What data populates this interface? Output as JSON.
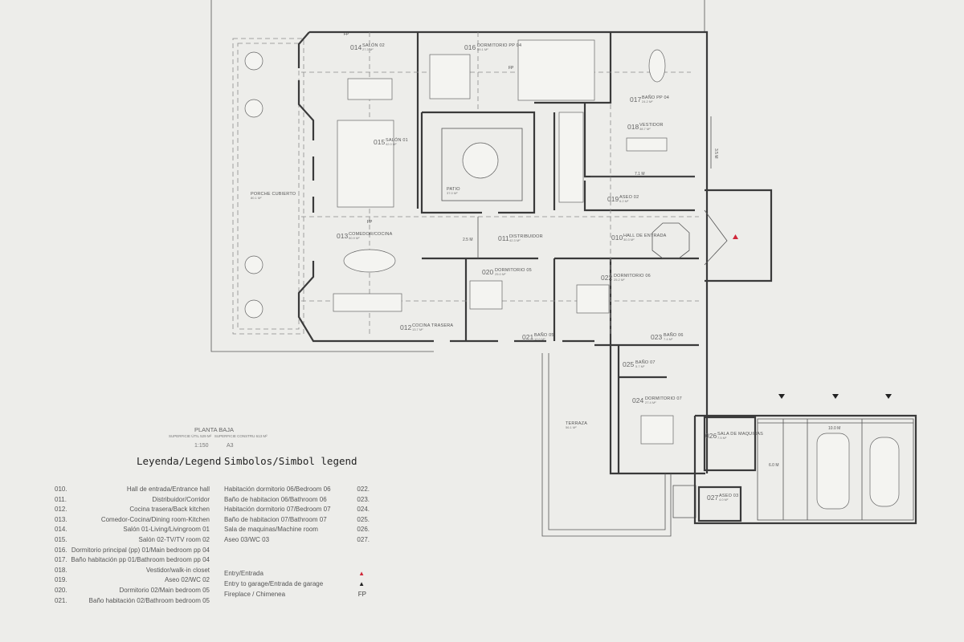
{
  "plan": {
    "title": "PLANTA BAJA",
    "surface_useful": "SUPERFICIE ÚTIL 529 M²",
    "surface_built": "SUPERFICIE CONSTRU 613 M²",
    "scale": "1:150",
    "paper": "A3"
  },
  "rooms": {
    "r014": {
      "code": "014",
      "name": "SALÓN 02",
      "area": "27.3 M²"
    },
    "r016": {
      "code": "016",
      "name": "DORMITORIO PP 04",
      "area": "59.1 M²"
    },
    "r017": {
      "code": "017",
      "name": "BAÑO PP 04",
      "area": "24.2 M²"
    },
    "r018": {
      "code": "018",
      "name": "VESTIDOR",
      "area": "38.7 M²"
    },
    "r015": {
      "code": "015",
      "name": "SALÓN 01",
      "area": "42.0 M²"
    },
    "patio": {
      "code": "",
      "name": "PATIO",
      "area": "37.0 M²"
    },
    "porche": {
      "code": "",
      "name": "PORCHE CUBIERTO",
      "area": "80.1 M²"
    },
    "r019": {
      "code": "019",
      "name": "ASEO 02",
      "area": "6.2 M²"
    },
    "r013": {
      "code": "013",
      "name": "COMEDOR/COCINA",
      "area": "50.9 M²"
    },
    "r011": {
      "code": "011",
      "name": "DISTRIBUIDOR",
      "area": "42.3 M²"
    },
    "r010": {
      "code": "010",
      "name": "HALL DE ENTRADA",
      "area": "30.3 M²"
    },
    "r020": {
      "code": "020",
      "name": "DORMITORIO 05",
      "area": "25.0 M²"
    },
    "r022": {
      "code": "022",
      "name": "DORMITORIO 06",
      "area": "25.2 M²"
    },
    "r012": {
      "code": "012",
      "name": "COCINA TRASERA",
      "area": "13.7 M²"
    },
    "r021": {
      "code": "021",
      "name": "BAÑO 05",
      "area": "12.0 M²"
    },
    "r023": {
      "code": "023",
      "name": "BAÑO 06",
      "area": "7.4 M²"
    },
    "r025": {
      "code": "025",
      "name": "BAÑO 07",
      "area": "5.7 M²"
    },
    "r024": {
      "code": "024",
      "name": "DORMITORIO 07",
      "area": "27.4 M²"
    },
    "terraza": {
      "code": "",
      "name": "TERRAZA",
      "area": "56.1 M²"
    },
    "r026": {
      "code": "026",
      "name": "SALA DE MAQUINAS",
      "area": "7.5 M²"
    },
    "r027": {
      "code": "027",
      "name": "ASEO 03",
      "area": "4.0 M²"
    }
  },
  "dimensions": {
    "d1": "3.5 M",
    "d2": "7.1 M",
    "d3": "2.5 M",
    "d4": "10.0 M",
    "d5": "6.0 M"
  },
  "fireplace_label": "FP",
  "legend": {
    "title": "Leyenda/Legend",
    "symbols_title": "Simbolos/Simbol legend",
    "left": [
      {
        "code": "010.",
        "label": "Hall de entrada/Entrance hall"
      },
      {
        "code": "011.",
        "label": "Distribuidor/Corridor"
      },
      {
        "code": "012.",
        "label": "Cocina trasera/Back kitchen"
      },
      {
        "code": "013.",
        "label": "Comedor-Cocina/Dining room-Kitchen"
      },
      {
        "code": "014.",
        "label": "Salón 01-Living/Livingroom 01"
      },
      {
        "code": "015.",
        "label": "Salón 02-TV/TV room 02"
      },
      {
        "code": "016.",
        "label": "Dormitorio principal (pp) 01/Main bedroom pp 04"
      },
      {
        "code": "017.",
        "label": "Baño habitación pp 01/Bathroom bedroom pp 04"
      },
      {
        "code": "018.",
        "label": "Vestidor/walk-in closet"
      },
      {
        "code": "019.",
        "label": "Aseo 02/WC 02"
      },
      {
        "code": "020.",
        "label": "Dormitorio 02/Main bedroom 05"
      },
      {
        "code": "021.",
        "label": "Baño habitación 02/Bathroom bedroom 05"
      }
    ],
    "right": [
      {
        "code": "022.",
        "label": "Habitación dormitorio 06/Bedroom 06"
      },
      {
        "code": "023.",
        "label": "Baño de habitacion 06/Bathroom 06"
      },
      {
        "code": "024.",
        "label": "Habitación dormitorio 07/Bedroom 07"
      },
      {
        "code": "025.",
        "label": "Baño de habitacion 07/Bathroom 07"
      },
      {
        "code": "026.",
        "label": "Sala de maquinas/Machine room"
      },
      {
        "code": "027.",
        "label": "Aseo 03/WC 03"
      }
    ],
    "symbols": [
      {
        "label": "Entry/Entrada",
        "symbol": "▲",
        "color": "#d0283a"
      },
      {
        "label": "Entry to garage/Entrada de garage",
        "symbol": "▲",
        "color": "#222222"
      },
      {
        "label": "Fireplace / Chimenea",
        "symbol": "FP",
        "color": "#444444"
      }
    ]
  }
}
